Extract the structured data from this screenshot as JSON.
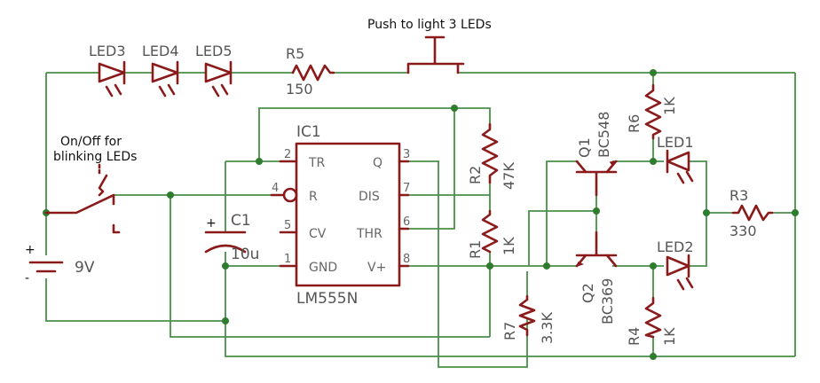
{
  "notes": {
    "push_button": "Push to light 3 LEDs",
    "switch_line1": "On/Off for",
    "switch_line2": "blinking LEDs"
  },
  "battery": {
    "voltage": "9V",
    "plus": "+",
    "minus": "-"
  },
  "leds": {
    "led1": "LED1",
    "led2": "LED2",
    "led3": "LED3",
    "led4": "LED4",
    "led5": "LED5"
  },
  "resistors": {
    "r1": {
      "name": "R1",
      "value": "1K"
    },
    "r2": {
      "name": "R2",
      "value": "47K"
    },
    "r3": {
      "name": "R3",
      "value": "330"
    },
    "r4": {
      "name": "R4",
      "value": "1K"
    },
    "r5": {
      "name": "R5",
      "value": "150"
    },
    "r6": {
      "name": "R6",
      "value": "1K"
    },
    "r7": {
      "name": "R7",
      "value": "3.3K"
    }
  },
  "capacitor": {
    "name": "C1",
    "value": "10u",
    "plus": "+"
  },
  "transistors": {
    "q1": {
      "name": "Q1",
      "part": "BC548"
    },
    "q2": {
      "name": "Q2",
      "part": "BC369"
    }
  },
  "ic": {
    "name": "IC1",
    "part": "LM555N",
    "pins": {
      "tr": "TR",
      "r": "R",
      "cv": "CV",
      "gnd": "GND",
      "q": "Q",
      "dis": "DIS",
      "thr": "THR",
      "vplus": "V+"
    },
    "pin_numbers": {
      "tr": "2",
      "r": "4",
      "cv": "5",
      "gnd": "1",
      "q": "3",
      "dis": "7",
      "thr": "6",
      "vplus": "8"
    }
  }
}
